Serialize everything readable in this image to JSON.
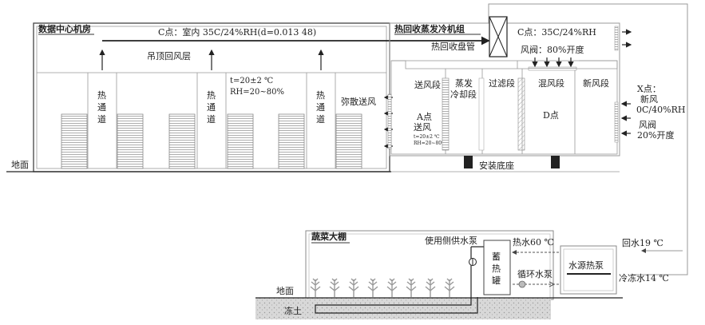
{
  "data_center": {
    "title": "数据中心机房",
    "c_point": "C点：室内 35C/24%RH(d=0.013 48)",
    "ceiling_plenum": "吊顶回风层",
    "hot_aisle": [
      "热",
      "通",
      "道"
    ],
    "room_condition": [
      "t=20±2 ℃",
      "RH=20~80%"
    ],
    "diffuse_supply": "弥散送风",
    "ground": "地面"
  },
  "unit": {
    "title": "热回收蒸发冷机组",
    "c_point": "C点：35C/24%RH",
    "heat_coil": "热回收盘管",
    "damper_top": "风阀：80%开度",
    "sections": {
      "supply": "送风段",
      "evap": [
        "蒸发",
        "冷却段"
      ],
      "filter": "过滤段",
      "mix": "混风段",
      "fresh": "新风段"
    },
    "a_point": [
      "A点",
      "送风"
    ],
    "a_condition": [
      "t=20±2 ℃",
      "RH=20~80%"
    ],
    "d_point": "D点",
    "base": "安装底座",
    "x_point": [
      "X点：",
      "新风",
      "0C/40%RH"
    ],
    "damper_side": [
      "风阀",
      "20%开度"
    ]
  },
  "greenhouse": {
    "title": "蔬菜大棚",
    "pump_use": "使用侧供水泵",
    "tank": [
      "蓄",
      "热",
      "罐"
    ],
    "hot_water": "热水60 ℃",
    "circ_pump": "循环水泵",
    "heat_pump": "水源热泵",
    "return_water": "回水19 ℃",
    "chilled_water": "冷冻水14 ℃",
    "ground": "地面",
    "frozen_soil": "冻土"
  }
}
